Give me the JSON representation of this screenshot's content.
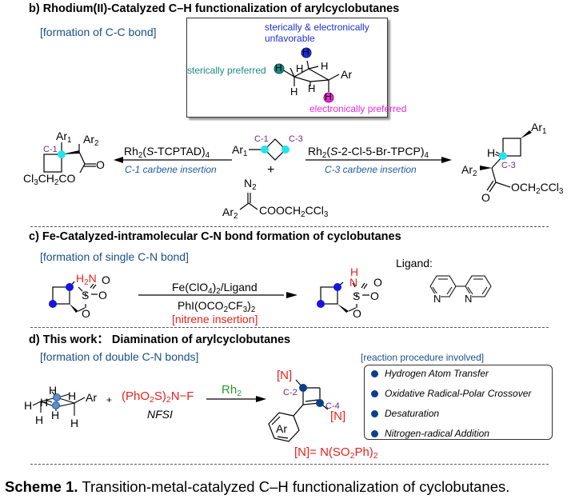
{
  "section_b": {
    "title": "b) Rhodium(II)-Catalyzed C–H functionalization of arylcyclobutanes",
    "subtitle": "[formation of  C-C bond]",
    "box": {
      "label_top_line1": "sterically & electronically",
      "label_top_line2": "unfavorable",
      "label_left": "sterically preferred",
      "label_bottom": "electronically preferred",
      "atom_H": "H",
      "atom_Ar": "Ar",
      "colors": {
        "teal": "#1a8a86",
        "blue": "#1f2fd0",
        "magenta": "#e42bd6"
      }
    },
    "left_arrow": {
      "catalyst_pre": "Rh",
      "catalyst_sub": "2",
      "catalyst_mid": "(",
      "catalyst_italic": "S",
      "catalyst_post": "-TCPTAD)",
      "catalyst_sub2": "4",
      "label": "C-1 carbene insertion"
    },
    "right_arrow": {
      "catalyst_pre": "Rh",
      "catalyst_sub": "2",
      "catalyst_mid": "(",
      "catalyst_italic": "S",
      "catalyst_post": "-2-Cl-5-Br-TPCP)",
      "catalyst_sub2": "4",
      "label": "C-3 carbene insertion"
    },
    "substrate": {
      "ar1": "Ar",
      "ar1_sub": "1",
      "c1": "C-1",
      "c3": "C-3",
      "plus": "+"
    },
    "diazo": {
      "n2": "N",
      "n2_sub": "2",
      "ar2": "Ar",
      "ar2_sub": "2",
      "ester": "COOCH",
      "ester_sub": "2",
      "ester_end": "CCl",
      "ester_sub2": "3"
    },
    "product_left": {
      "ar1": "Ar",
      "ar1_sub": "1",
      "ar2": "Ar",
      "ar2_sub": "2",
      "c1": "C-1",
      "o": "O",
      "ester_a": "Cl",
      "ester_sub1": "3",
      "ester_b": "CH",
      "ester_sub2": "2",
      "ester_c": "CO"
    },
    "product_right": {
      "ar1": "Ar",
      "ar1_sub": "1",
      "ar2": "Ar",
      "ar2_sub": "2",
      "h": "H",
      "c3": "C-3",
      "o": "O",
      "ester_a": "OCH",
      "ester_sub1": "2",
      "ester_b": "CCl",
      "ester_sub2": "3"
    },
    "highlight_color": "#22e3ef"
  },
  "section_c": {
    "title": "c) Fe-Catalyzed-intramolecular C-N bond formation of cyclobutanes",
    "subtitle": "[formation of  single C-N bond]",
    "reagent_top": {
      "a": "Fe(ClO",
      "sub1": "4",
      "b": ")",
      "sub2": "2",
      "c": "/Ligand"
    },
    "reagent_bottom": {
      "a": "PhI(OCO",
      "sub1": "2",
      "b": "CF",
      "sub2": "3",
      "c": ")",
      "sub3": "2"
    },
    "note": "[nitrene insertion]",
    "substrate": {
      "h2n": "H",
      "h2n_sub": "2",
      "n": "N",
      "s": "S",
      "o": "O"
    },
    "product": {
      "h": "H",
      "n": "N",
      "s": "S",
      "o": "O"
    },
    "ligand_label": "Ligand:",
    "ligand_n": "N",
    "dot_color": "#1515e0"
  },
  "section_d": {
    "title": "d) This work： Diamination of arylcyclobutanes",
    "subtitle": "[formation of  double C-N bonds]",
    "substrate": {
      "h": "H",
      "ar": "Ar",
      "plus": "+"
    },
    "nfsi": {
      "a": "(PhO",
      "sub1": "2",
      "b": "S)",
      "sub2": "2",
      "c": "N−F",
      "label": "NFSI"
    },
    "catalyst": {
      "a": "Rh",
      "sub": "2"
    },
    "product": {
      "n_label": "[N]",
      "c2": "C-2",
      "c4": "C-4",
      "ar": "Ar"
    },
    "definition": {
      "a": "[N]= N(SO",
      "sub1": "2",
      "b": "Ph)",
      "sub2": "2"
    },
    "procedure_title": "[reaction procedure involved]",
    "procedures": [
      "Hydrogen Atom Transfer",
      "Oxidative Radical-Polar Crossover",
      "Desaturation",
      "Nitrogen-radical Addition"
    ],
    "dot_color": "#0b3f8c"
  },
  "caption": {
    "bold": "Scheme 1.",
    "text": " Transition-metal-catalyzed C–H functionalization of cyclobutanes."
  }
}
